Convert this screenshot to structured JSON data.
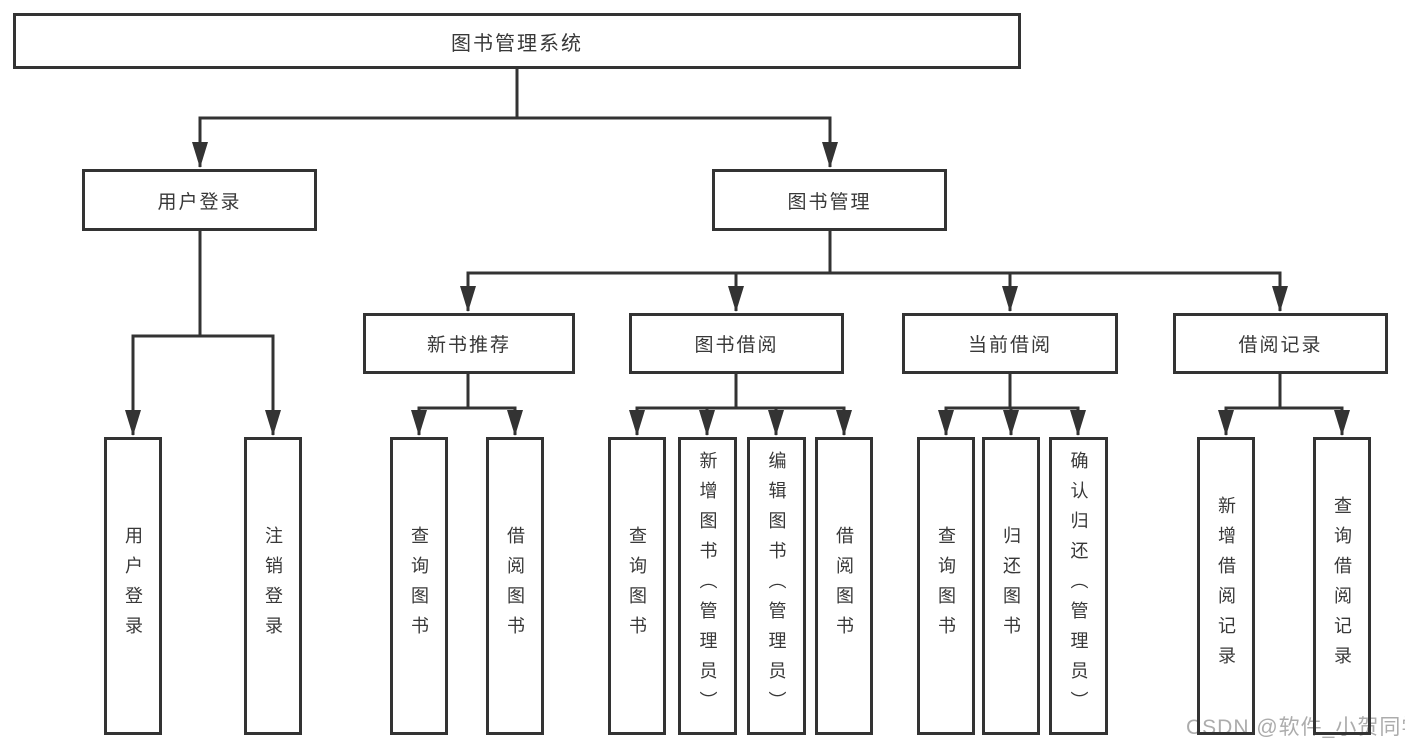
{
  "diagram": {
    "title": "图书管理系统",
    "watermark": "CSDN @软件_小贺同学",
    "colors": {
      "line": "#333333",
      "box_border": "#333333",
      "box_fill": "#ffffff",
      "text": "#383838",
      "watermark": "#acacac"
    },
    "nodes": {
      "root": "图书管理系统",
      "user_login": "用户登录",
      "book_mgmt": "图书管理",
      "new_books": "新书推荐",
      "book_borrow": "图书借阅",
      "current_borrow": "当前借阅",
      "borrow_records": "借阅记录",
      "leaf_user_login": "用户登录",
      "leaf_logout": "注销登录",
      "leaf_nb_query": "查询图书",
      "leaf_nb_borrow": "借阅图书",
      "leaf_bb_query": "查询图书",
      "leaf_bb_add": "新增图书（管理员）",
      "leaf_bb_edit": "编辑图书（管理员）",
      "leaf_bb_borrow": "借阅图书",
      "leaf_cb_query": "查询图书",
      "leaf_cb_return": "归还图书",
      "leaf_cb_confirm": "确认归还（管理员）",
      "leaf_br_add": "新增借阅记录",
      "leaf_br_query": "查询借阅记录"
    },
    "edges": [
      {
        "from": "图书管理系统",
        "to": [
          "用户登录",
          "图书管理"
        ]
      },
      {
        "from": "用户登录",
        "to": [
          "用户登录",
          "注销登录"
        ]
      },
      {
        "from": "图书管理",
        "to": [
          "新书推荐",
          "图书借阅",
          "当前借阅",
          "借阅记录"
        ]
      },
      {
        "from": "新书推荐",
        "to": [
          "查询图书",
          "借阅图书"
        ]
      },
      {
        "from": "图书借阅",
        "to": [
          "查询图书",
          "新增图书（管理员）",
          "编辑图书（管理员）",
          "借阅图书"
        ]
      },
      {
        "from": "当前借阅",
        "to": [
          "查询图书",
          "归还图书",
          "确认归还（管理员）"
        ]
      },
      {
        "from": "借阅记录",
        "to": [
          "新增借阅记录",
          "查询借阅记录"
        ]
      }
    ]
  }
}
